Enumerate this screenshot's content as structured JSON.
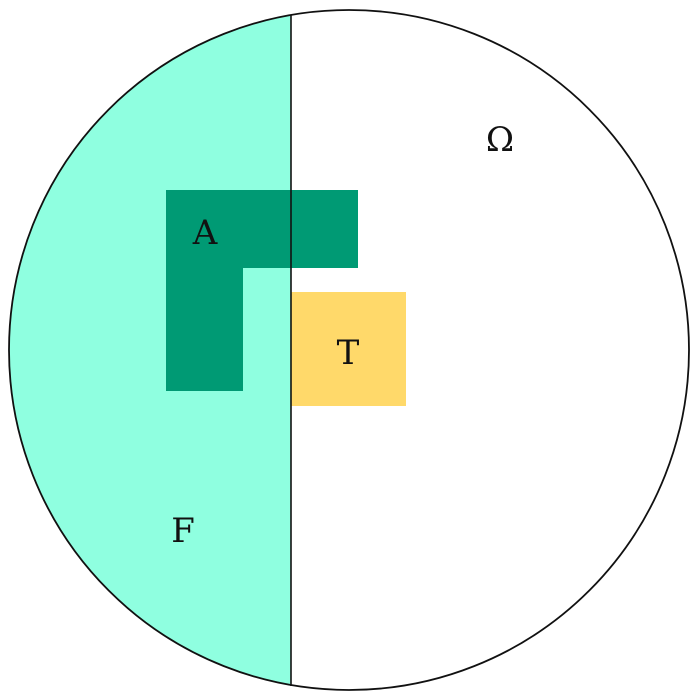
{
  "labels": {
    "omega": "Ω",
    "a": "A",
    "t": "T",
    "f": "F"
  },
  "colors": {
    "background": "#ffffff",
    "f_region": "#8fffe0",
    "a_region": "#009a74",
    "t_region": "#ffd96a",
    "stroke": "#111111"
  }
}
